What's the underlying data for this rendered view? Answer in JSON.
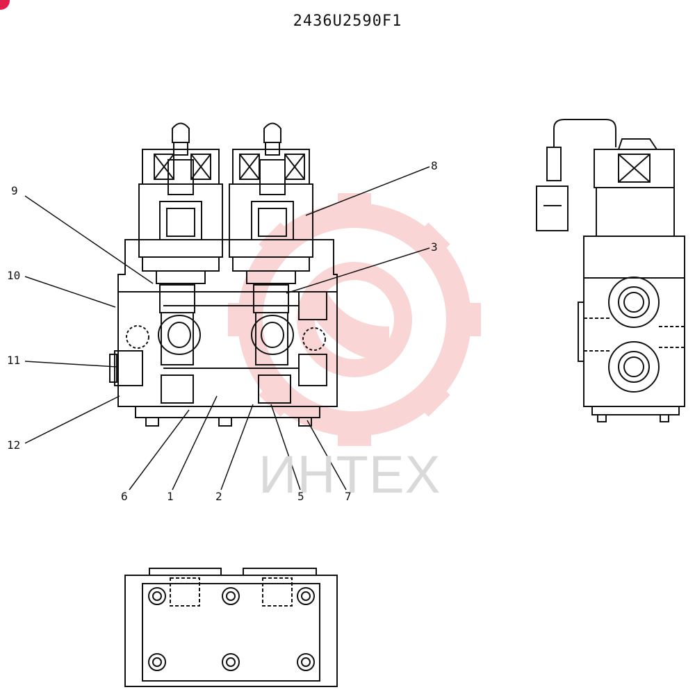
{
  "drawing_id": "2436U2590F1",
  "watermark": {
    "text": "ИНТЕХ",
    "gear_color": "#f08a8a",
    "text_color": "#d9d9d9"
  },
  "line_color": "#111111",
  "badge_color": "#e0204a",
  "callouts": [
    {
      "label": "1"
    },
    {
      "label": "2"
    },
    {
      "label": "3"
    },
    {
      "label": "5"
    },
    {
      "label": "6"
    },
    {
      "label": "7"
    },
    {
      "label": "8"
    },
    {
      "label": "9"
    },
    {
      "label": "10"
    },
    {
      "label": "11"
    },
    {
      "label": "12"
    }
  ]
}
